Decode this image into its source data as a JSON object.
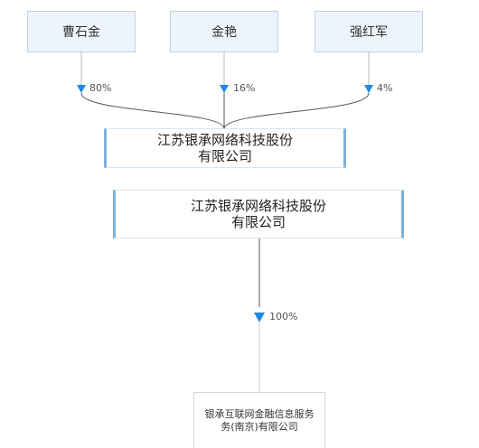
{
  "shareholders": [
    {
      "name": "曹石金",
      "percent": "80%"
    },
    {
      "name": "金艳",
      "percent": "16%"
    },
    {
      "name": "强红军",
      "percent": "4%"
    }
  ],
  "parent_company": {
    "line1": "江苏银承网络科技股份",
    "line2": "有限公司"
  },
  "focus_company": {
    "line1": "江苏银承网络科技股份",
    "line2": "有限公司"
  },
  "subsidiary": {
    "line1": "银承互联网金融信息服务",
    "line2": "务(南京)有限公司",
    "percent": "100%"
  },
  "colors": {
    "arrow": "#1e88e5",
    "line": "#555555",
    "box_fill": "#eef4fb",
    "box_border": "#bcd3ea"
  }
}
